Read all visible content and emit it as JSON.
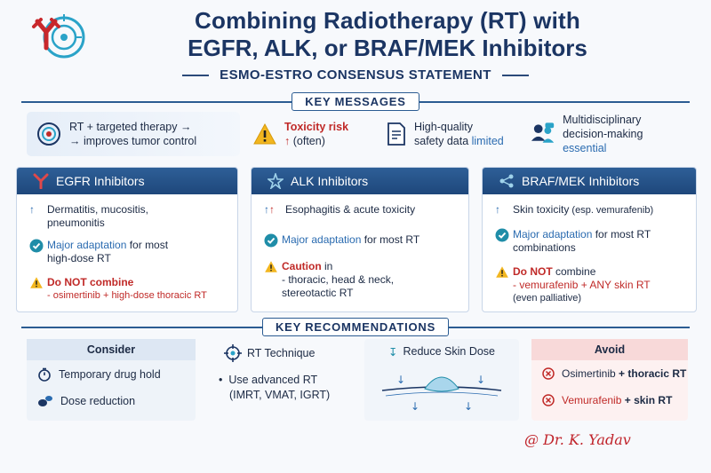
{
  "header": {
    "title_line1": "Combining Radiotherapy (RT) with",
    "title_line2": "EGFR, ALK, or BRAF/MEK Inhibitors",
    "subtitle": "ESMO-ESTRO CONSENSUS STATEMENT"
  },
  "key_messages": {
    "label": "KEY MESSAGES",
    "items": [
      {
        "line1": "RT + targeted therapy →",
        "line2": "→ improves tumor control"
      },
      {
        "line1": "Toxicity risk",
        "line2_arrow": "↑",
        "line2": "(often)"
      },
      {
        "line1": "High-quality",
        "line2_a": "safety data ",
        "line2_b": "limited"
      },
      {
        "line1": "Multidisciplinary",
        "line2_a": "decision-making ",
        "line2_b": "essential"
      }
    ]
  },
  "egfr": {
    "title": "EGFR Inhibitors",
    "r1_arrow": "↑",
    "r1": "Dermatitis, mucositis,",
    "r1b": "pneumonitis",
    "r2_a": "Major adaptation",
    "r2_b": " for most",
    "r2c": "high-dose RT",
    "r3": "Do NOT combine",
    "r3b": "- osimertinib + high-dose thoracic RT"
  },
  "alk": {
    "title": "ALK Inhibitors",
    "r1_arrow": "↑",
    "r1": "Esophagitis & acute toxicity",
    "r2_a": "Major adaptation",
    "r2_b": " for most RT",
    "r3_a": "Caution",
    "r3_b": " in",
    "r3c": "- thoracic, head & neck,",
    "r3d": "stereotactic RT"
  },
  "braf": {
    "title": "BRAF/MEK Inhibitors",
    "r1_arrow": "↑",
    "r1_a": "Skin toxicity",
    "r1_b": " (esp. vemurafenib)",
    "r2_a": "Major adaptation",
    "r2_b": " for most RT",
    "r2c": "combinations",
    "r3_a": "Do NOT",
    "r3_b": " combine",
    "r3c": "- vemurafenib + ANY skin RT",
    "r3d": "(even palliative)"
  },
  "recommendations": {
    "label": "KEY RECOMMENDATIONS",
    "consider": {
      "title": "Consider",
      "i1": "Temporary drug hold",
      "i2": "Dose reduction"
    },
    "technique": {
      "title": "RT Technique",
      "bullet": "•",
      "l1": "Use advanced RT",
      "l2": "(IMRT, VMAT, IGRT)"
    },
    "skin": {
      "title": "Reduce Skin Dose"
    },
    "avoid": {
      "title": "Avoid",
      "i1_a": "Osimertinib",
      "i1_b": " + thoracic RT",
      "i2_a": "Vemurafenib",
      "i2_b": " + skin RT"
    }
  },
  "signature": "@ Dr. K. Yadav",
  "colors": {
    "navy": "#1b3563",
    "accent_blue": "#2a6bb0",
    "red": "#c02a28",
    "teal": "#1f8da8"
  }
}
